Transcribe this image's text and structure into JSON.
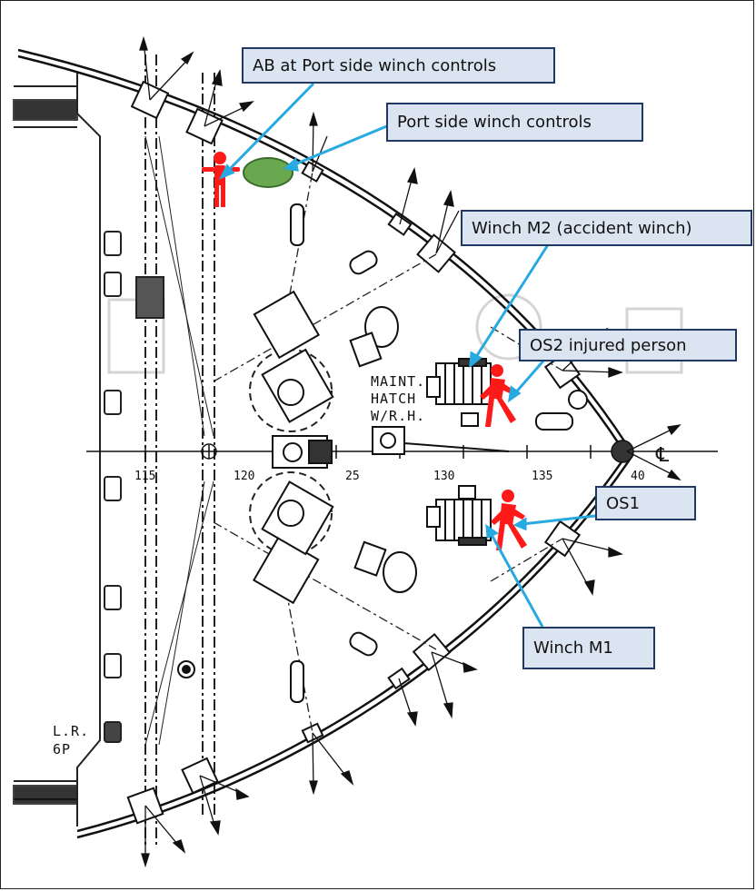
{
  "callouts": {
    "ab_person": "AB at Port side winch controls",
    "port_controls": "Port side winch controls",
    "winch_m2": "Winch M2 (accident winch)",
    "os2": "OS2 injured person",
    "os1": "OS1",
    "winch_m1": "Winch M1"
  },
  "drawing": {
    "hatch_line1": "MAINT.",
    "hatch_line2": "HATCH",
    "hatch_line3": "W/R.H.",
    "frame_115": "115",
    "frame_120": "120",
    "frame_125": "25",
    "frame_130": "130",
    "frame_135": "135",
    "frame_140": "40",
    "centerline": "℄",
    "lr_line1": "L.R.",
    "lr_line2": "6P"
  },
  "colors": {
    "callout_fill": "#dbe5f1",
    "callout_border": "#1f3864",
    "leader_line": "#27a9e1",
    "person": "#ff1a1a",
    "controls": "#6aa84f"
  }
}
